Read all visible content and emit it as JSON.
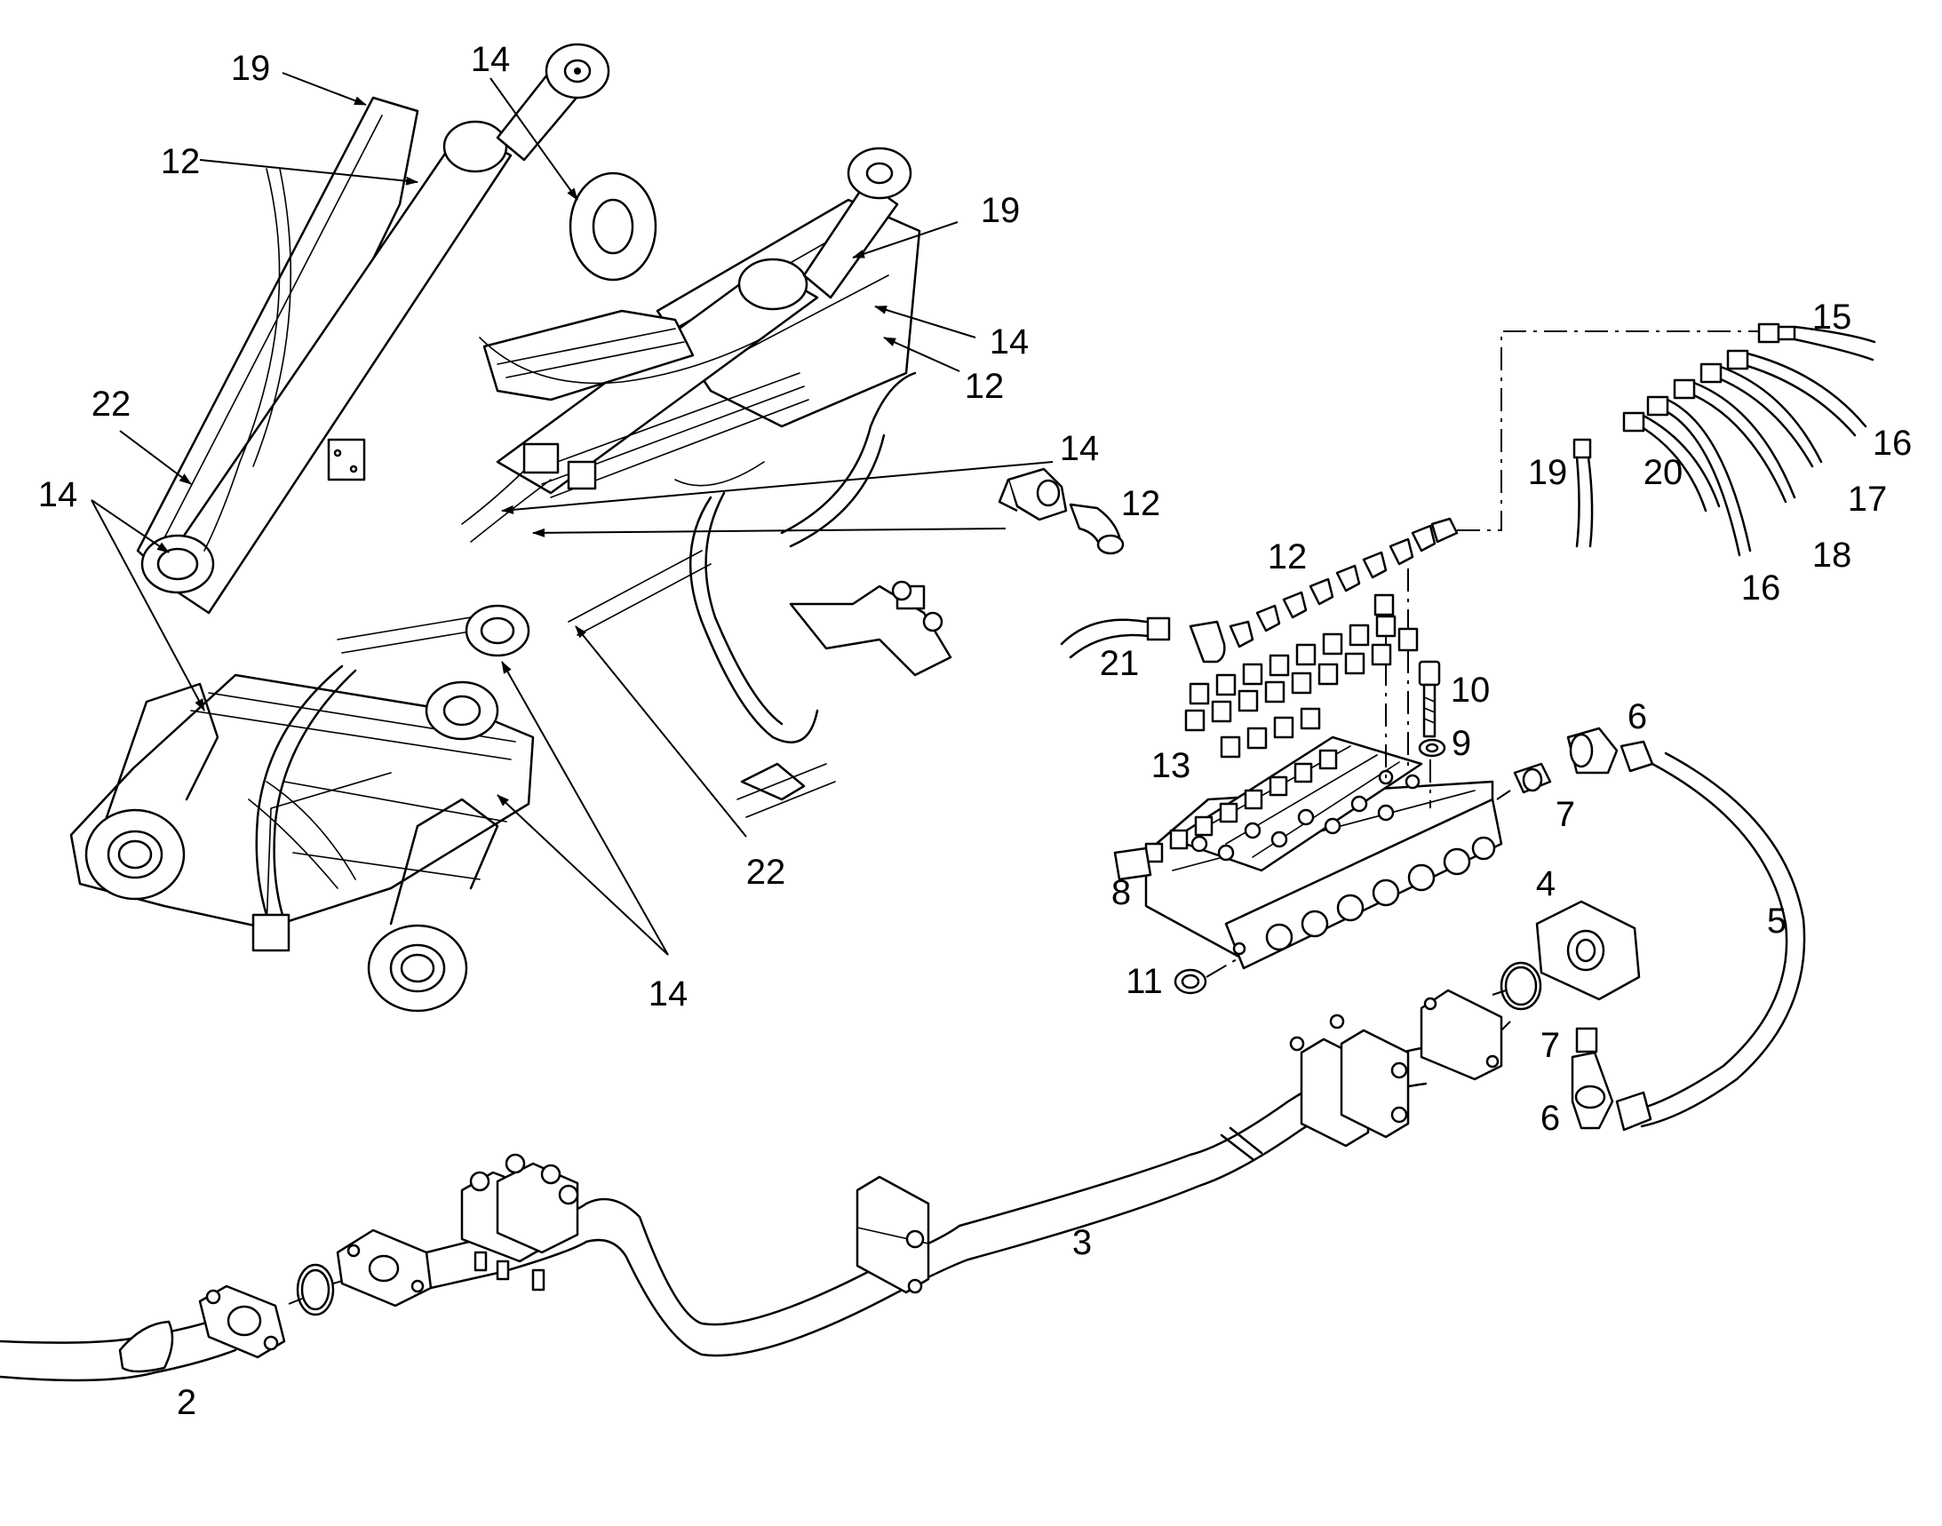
{
  "callouts": [
    {
      "id": "c19a",
      "text": "19"
    },
    {
      "id": "c14a",
      "text": "14"
    },
    {
      "id": "c12a",
      "text": "12"
    },
    {
      "id": "c19b",
      "text": "19"
    },
    {
      "id": "c14b",
      "text": "14"
    },
    {
      "id": "c12b",
      "text": "12"
    },
    {
      "id": "c22a",
      "text": "22"
    },
    {
      "id": "c14c",
      "text": "14"
    },
    {
      "id": "c14d",
      "text": "14"
    },
    {
      "id": "c12c",
      "text": "12"
    },
    {
      "id": "c22b",
      "text": "22"
    },
    {
      "id": "c14e",
      "text": "14"
    },
    {
      "id": "c15",
      "text": "15"
    },
    {
      "id": "c16a",
      "text": "16"
    },
    {
      "id": "c17",
      "text": "17"
    },
    {
      "id": "c18",
      "text": "18"
    },
    {
      "id": "c16b",
      "text": "16"
    },
    {
      "id": "c20",
      "text": "20"
    },
    {
      "id": "c19c",
      "text": "19"
    },
    {
      "id": "c12d",
      "text": "12"
    },
    {
      "id": "c21",
      "text": "21"
    },
    {
      "id": "c10",
      "text": "10"
    },
    {
      "id": "c9",
      "text": "9"
    },
    {
      "id": "c13",
      "text": "13"
    },
    {
      "id": "c6a",
      "text": "6"
    },
    {
      "id": "c7a",
      "text": "7"
    },
    {
      "id": "c8",
      "text": "8"
    },
    {
      "id": "c4",
      "text": "4"
    },
    {
      "id": "c5",
      "text": "5"
    },
    {
      "id": "c11",
      "text": "11"
    },
    {
      "id": "c7b",
      "text": "7"
    },
    {
      "id": "c6b",
      "text": "6"
    },
    {
      "id": "c3",
      "text": "3"
    },
    {
      "id": "c2",
      "text": "2"
    }
  ]
}
